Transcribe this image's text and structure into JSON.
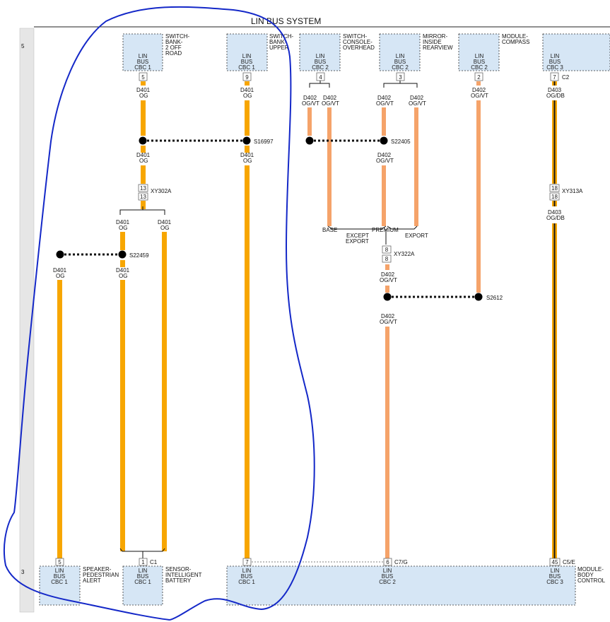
{
  "title": "LIN BUS SYSTEM",
  "row_labels": [
    "5",
    "3"
  ],
  "colors": {
    "og": "#f7a600",
    "og_vt": "#f5a36a",
    "og_db_stripe": "#1a1a1a",
    "box_fill": "#d6e6f5",
    "annotation": "#1428c8"
  },
  "top_modules": [
    {
      "id": "m1",
      "lines": [
        "LIN",
        "BUS",
        "CBC 1"
      ],
      "name": [
        "SWITCH-",
        "BANK-",
        "2 OFF",
        "ROAD"
      ],
      "pin": "5",
      "conn": ""
    },
    {
      "id": "m2",
      "lines": [
        "LIN",
        "BUS",
        "CBC 1"
      ],
      "name": [
        "SWITCH-",
        "BANK-",
        "UPPER"
      ],
      "pin": "9",
      "conn": ""
    },
    {
      "id": "m3",
      "lines": [
        "LIN",
        "BUS",
        "CBC 2"
      ],
      "name": [
        "SWITCH-",
        "CONSOLE-",
        "OVERHEAD"
      ],
      "pin": "4",
      "conn": ""
    },
    {
      "id": "m4",
      "lines": [
        "LIN",
        "BUS",
        "CBC 2"
      ],
      "name": [
        "MIRROR-",
        "INSIDE",
        "REARVIEW"
      ],
      "pin": "3",
      "conn": ""
    },
    {
      "id": "m5",
      "lines": [
        "LIN",
        "BUS",
        "CBC 2"
      ],
      "name": [
        "MODULE-",
        "COMPASS"
      ],
      "pin": "2",
      "conn": ""
    },
    {
      "id": "m6",
      "lines": [
        "LIN",
        "BUS",
        "CBC 3"
      ],
      "name": [],
      "pin": "7",
      "conn": "C2"
    }
  ],
  "bottom_modules": [
    {
      "id": "b1",
      "lines": [
        "LIN",
        "BUS",
        "CBC 1"
      ],
      "name": [
        "SPEAKER-",
        "PEDESTRIAN",
        "ALERT"
      ],
      "pin": "5",
      "conn": ""
    },
    {
      "id": "b2",
      "lines": [
        "LIN",
        "BUS",
        "CBC 1"
      ],
      "name": [
        "SENSOR-",
        "INTELLIGENT",
        "BATTERY"
      ],
      "pin": "1",
      "conn": "C1"
    },
    {
      "id": "b3a",
      "lines": [
        "LIN",
        "BUS",
        "CBC 1"
      ],
      "pin": "7",
      "conn": ""
    },
    {
      "id": "b3b",
      "lines": [
        "LIN",
        "BUS",
        "CBC 2"
      ],
      "pin": "6",
      "conn": "C7/G"
    },
    {
      "id": "b3c",
      "lines": [
        "LIN",
        "BUS",
        "CBC 3"
      ],
      "pin": "45",
      "conn": "C5/E"
    },
    {
      "id": "b3",
      "name": [
        "MODULE-",
        "BODY",
        "CONTROL"
      ]
    }
  ],
  "wire_labels": {
    "d401": "D401",
    "og": "OG",
    "d402": "D402",
    "og_vt": "OG/VT",
    "d403": "D403",
    "og_db": "OG/DB"
  },
  "splices": [
    "S16997",
    "S22405",
    "S22459",
    "S2612"
  ],
  "inline_connectors": [
    {
      "name": "XY302A",
      "pin": "13"
    },
    {
      "name": "XY322A",
      "pin": "8"
    },
    {
      "name": "XY313A",
      "pin": "18"
    }
  ],
  "options": [
    "BASE",
    "EXCEPT",
    "EXPORT",
    "PREMIUM",
    "EXPORT"
  ]
}
